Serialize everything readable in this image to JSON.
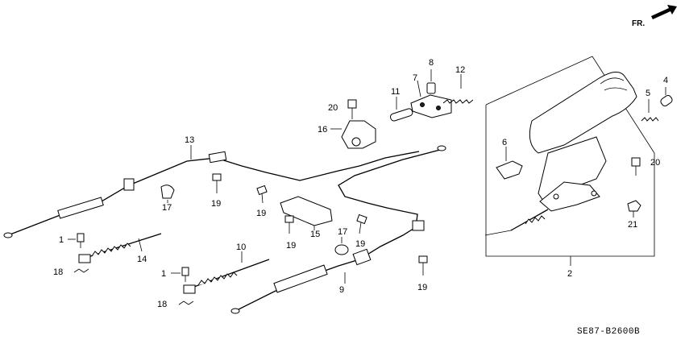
{
  "direction_label": "FR.",
  "diagram_code": "SE87-B2600B",
  "callouts": {
    "c1a": "1",
    "c1b": "1",
    "c2": "2",
    "c4": "4",
    "c5": "5",
    "c6": "6",
    "c7": "7",
    "c8": "8",
    "c9": "9",
    "c10": "10",
    "c11": "11",
    "c12": "12",
    "c13": "13",
    "c14": "14",
    "c15": "15",
    "c16": "16",
    "c17a": "17",
    "c17b": "17",
    "c18a": "18",
    "c18b": "18",
    "c19a": "19",
    "c19b": "19",
    "c19c": "19",
    "c19d": "19",
    "c19e": "19",
    "c20a": "20",
    "c20b": "20",
    "c21": "21"
  }
}
